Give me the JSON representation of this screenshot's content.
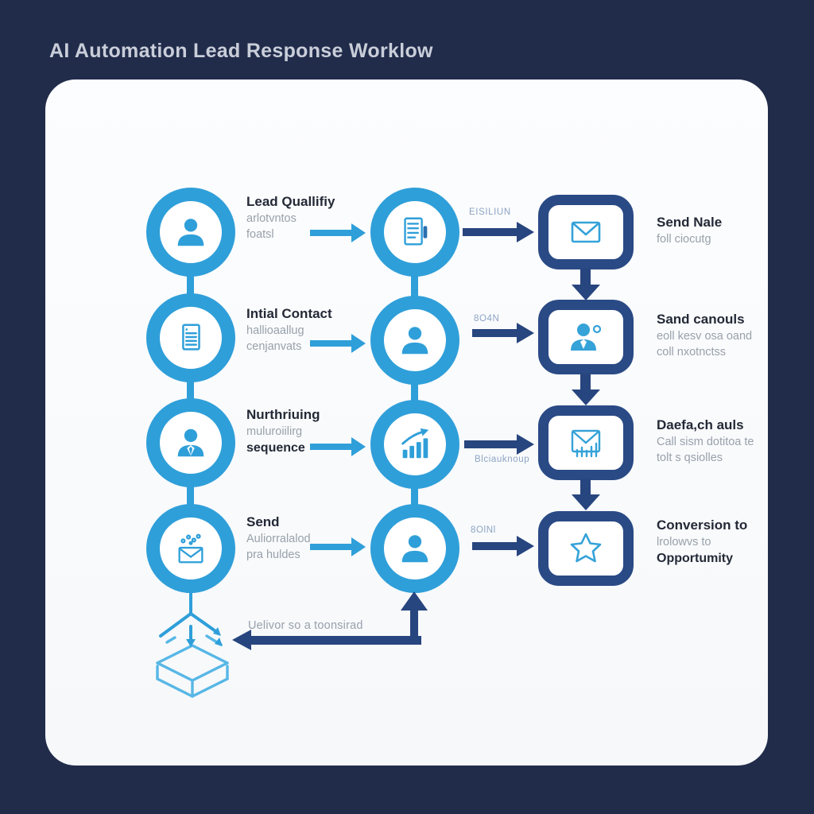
{
  "title": "AI Automation Lead Response Worklow",
  "palette": {
    "background": "#212c4b",
    "card": "#fbfcfd",
    "blue": "#2f9fd9",
    "navy_border": "#2a4a85",
    "navy_arrow": "#27457e",
    "text_dark": "#232936",
    "text_gray": "#99a1ab",
    "connector_label_blue": "#8da4c4",
    "title_color": "#c9ced9"
  },
  "left_steps": [
    {
      "icon": "user-icon",
      "line1": "Lead Quallifiy",
      "line2": "arlotvntos",
      "line3": "foatsl"
    },
    {
      "icon": "document-icon",
      "line1": "Intial Contact",
      "line2": "hallioaallug",
      "line3": "cenjanvats"
    },
    {
      "icon": "user-tie-icon",
      "line1": "Nurthriuing",
      "line2": "muluroiilirg",
      "line3": "sequence"
    },
    {
      "icon": "email-sparkles-icon",
      "line1": "Send",
      "line2": "Auliorralalod",
      "line3": "pra huldes"
    }
  ],
  "middle_steps": [
    {
      "icon": "document-pen-icon"
    },
    {
      "icon": "user-icon"
    },
    {
      "icon": "growth-chart-icon"
    },
    {
      "icon": "user-icon"
    }
  ],
  "right_steps": [
    {
      "icon": "email-icon",
      "line1": "Send Nale",
      "line2": "foll ciocutg",
      "line3": ""
    },
    {
      "icon": "user-chat-icon",
      "line1": "Sand canouls",
      "line2": "eoll kesv osa oand",
      "line3": "coll nxotnctss"
    },
    {
      "icon": "email-chart-icon",
      "line1": "Daefa,ch auls",
      "line2": "Call sism dotitoa te",
      "line3": "tolt s qsiolles"
    },
    {
      "icon": "star-icon",
      "line1": "Conversion to",
      "line2": "lrolowvs to",
      "line3": "Opportumity"
    }
  ],
  "connector_labels": [
    "EISILIUN",
    "8O4N",
    "Blciauknoup",
    "8OlNl"
  ],
  "feedback_label": "Uelivor so a toonsirad"
}
